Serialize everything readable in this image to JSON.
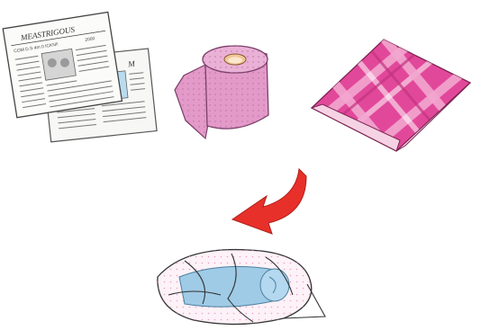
{
  "illustration": {
    "newspaper": {
      "masthead": "MEASTRIGOUS",
      "subhead_left": "COM D.S 4m 0 ICKN!!",
      "subhead_right": "2000",
      "back_label": "M"
    },
    "icons": [
      "newspaper-icon",
      "paper-towel-roll-icon",
      "plaid-cloth-bag-icon",
      "red-arrow-icon",
      "wrapped-bundle-icon"
    ],
    "colors": {
      "towel_pink": "#e39ac9",
      "plaid_pink": "#e2489a",
      "arrow_red": "#e8302a",
      "wrap_blue": "#9fcbe6"
    }
  }
}
